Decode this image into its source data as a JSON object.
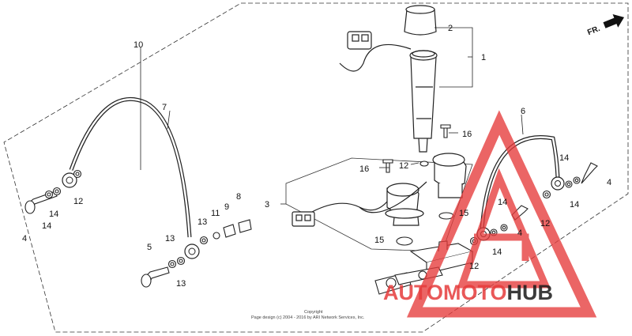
{
  "callouts": {
    "c1": "1",
    "c2": "2",
    "c3": "3",
    "c4a": "4",
    "c4b": "4",
    "c4c": "4",
    "c5": "5",
    "c6": "6",
    "c7": "7",
    "c8": "8",
    "c9": "9",
    "c10": "10",
    "c11": "11",
    "c12a": "12",
    "c12b": "12",
    "c12c": "12",
    "c12d": "12",
    "c13a": "13",
    "c13b": "13",
    "c13c": "13",
    "c14a": "14",
    "c14b": "14",
    "c14c": "14",
    "c14d": "14",
    "c14e": "14",
    "c14f": "14",
    "c15a": "15",
    "c15b": "15",
    "c16a": "16",
    "c16b": "16"
  },
  "direction_label": "FR.",
  "copyright": {
    "line1": "Copyright",
    "line2": "Page design (c) 2004 - 2016 by ARI Network Services, Inc."
  },
  "watermark": {
    "part1": "AUTO",
    "part2": "MOTO",
    "part3": "HUB",
    "color_red": "#e63b3b",
    "color_dark": "#1a1a1a"
  }
}
